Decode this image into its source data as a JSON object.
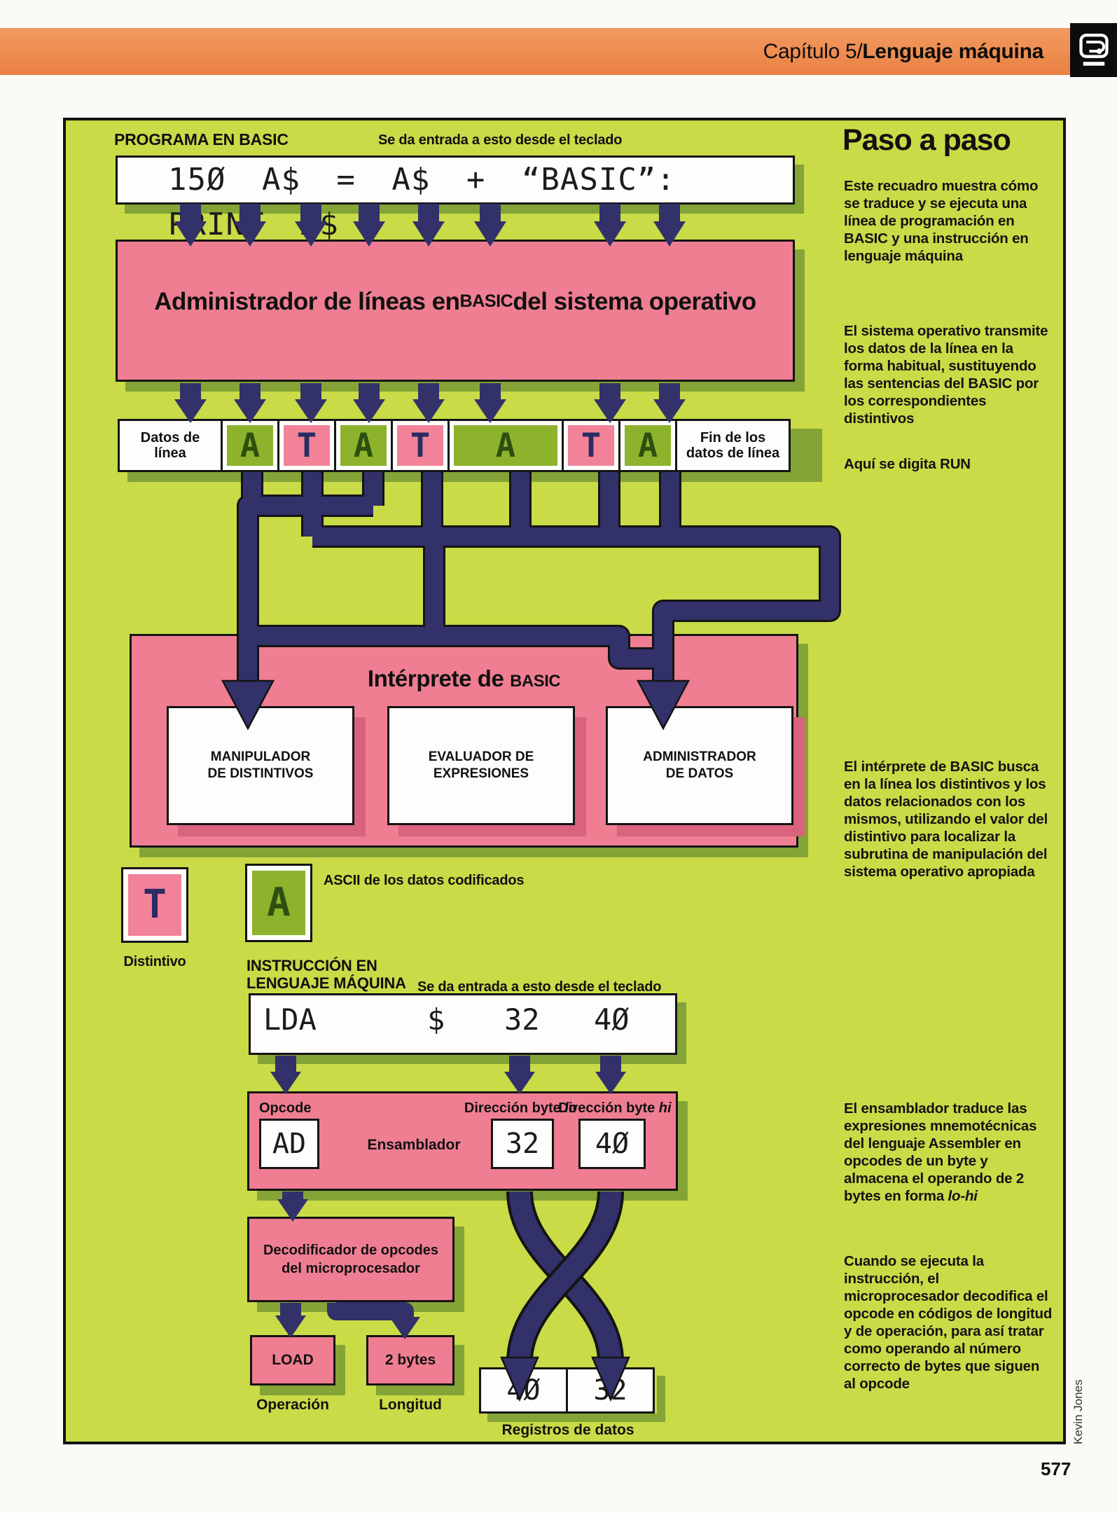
{
  "header": {
    "chapter": "Capítulo 5/",
    "title": "Lenguaje máquina"
  },
  "sidebar": {
    "title": "Paso a paso",
    "intro": "Este recuadro muestra cómo se traduce y se ejecuta una línea de programación en BASIC y una instrucción en lenguaje máquina",
    "os_note": "El sistema operativo transmite los datos de la línea en la forma habitual, sustituyendo las sentencias del BASIC por los correspondientes distintivos",
    "run_note": "Aquí se digita RUN",
    "interpreter_note": "El intérprete de BASIC busca en la línea los distintivos y los datos relacionados con los mismos, utilizando el valor del distintivo para localizar la subrutina de manipulación del sistema operativo apropiada",
    "assembler_note": "El ensamblador traduce las expresiones mnemotécnicas del lenguaje Assembler en opcodes de un byte y almacena el operando de 2 bytes en forma ",
    "assembler_note_italic": "lo-hi",
    "micro_note": "Cuando se ejecuta la instrucción, el microprocesador decodifica el opcode en códigos de longitud y de operación, para así tratar como operando al número correcto de bytes que siguen al opcode"
  },
  "basic": {
    "section_label": "PROGRAMA EN BASIC",
    "keyboard_note": "Se da entrada a esto desde el teclado",
    "code_line": "15Ø A$ = A$ + “BASIC”: PRINT A$",
    "line_manager_pre": "Administrador de líneas en ",
    "line_manager_caps": "BASIC",
    "line_manager_post": " del sistema operativo",
    "line_data_label": "Datos de línea",
    "line_end_label": "Fin de los\ndatos de línea",
    "tokens": [
      {
        "type": "ascii",
        "glyph": "A",
        "wide": false
      },
      {
        "type": "token",
        "glyph": "T",
        "wide": false
      },
      {
        "type": "ascii",
        "glyph": "A",
        "wide": false
      },
      {
        "type": "token",
        "glyph": "T",
        "wide": false
      },
      {
        "type": "ascii",
        "glyph": "A",
        "wide": true
      },
      {
        "type": "token",
        "glyph": "T",
        "wide": false
      },
      {
        "type": "ascii",
        "glyph": "A",
        "wide": false
      }
    ],
    "interpreter_pre": "Intérprete de ",
    "interpreter_caps": "BASIC",
    "interpreter_boxes": [
      "MANIPULADOR\nDE DISTINTIVOS",
      "EVALUADOR DE\nEXPRESIONES",
      "ADMINISTRADOR\nDE DATOS"
    ]
  },
  "legend": {
    "token_glyph": "T",
    "token_label": "Distintivo",
    "ascii_glyph": "A",
    "ascii_label": "ASCII de los datos codificados"
  },
  "machine": {
    "section_label": "INSTRUCCIÓN EN\nLENGUAJE MÁQUINA",
    "keyboard_note": "Se da entrada a esto desde el teclado",
    "mnemonic": "LDA",
    "dollar": "$",
    "lo_input": "32",
    "hi_input": "4Ø",
    "opcode_label": "Opcode",
    "opcode_value": "AD",
    "assembler_label": "Ensamblador",
    "lo_label": "Dirección byte ",
    "lo_label_italic": "lo",
    "lo_value": "32",
    "hi_label": "Dirección byte ",
    "hi_label_italic": "hi",
    "hi_value": "4Ø",
    "decoder_label": "Decodificador de opcodes\ndel microprocesador",
    "load_label": "LOAD",
    "load_caption": "Operación",
    "bytes_label": "2 bytes",
    "bytes_caption": "Longitud",
    "reg_left": "4Ø",
    "reg_right": "32",
    "reg_caption": "Registros de datos"
  },
  "footer": {
    "credit": "Kevin Jones",
    "page": "577"
  },
  "colors": {
    "panel_green": "#c9db47",
    "shadow_olive": "#84a437",
    "box_pink": "#ef7e92",
    "pipe_navy": "#32316a",
    "token_green": "#8db32c",
    "header_orange": "#ed8a4f"
  }
}
